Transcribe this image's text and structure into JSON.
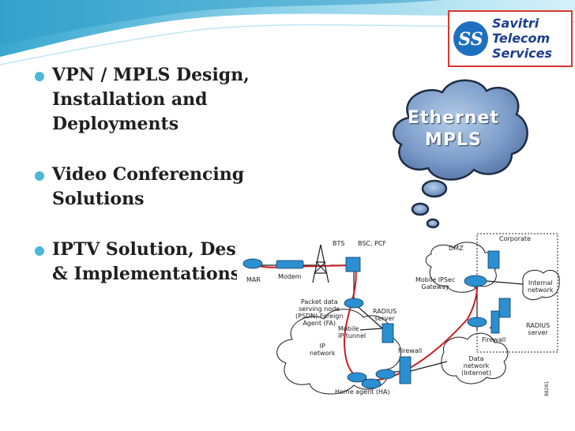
{
  "bullets": [
    {
      "text": "VPN / MPLS Design, Installation and Deployments"
    },
    {
      "text": "Video Conferencing Solutions"
    },
    {
      "text": "IPTV  Solution, Design & Implementations"
    }
  ],
  "logo": {
    "mark": "SS",
    "line1": "Savitri",
    "line2": "Telecom",
    "line3": "Services"
  },
  "cloud": {
    "line1": "Ethernet",
    "line2": "MPLS"
  },
  "diagram": {
    "labels": {
      "bts": "BTS",
      "bsc_pcf": "BSC, PCF",
      "dmz": "DMZ",
      "corporate": "Corporate",
      "mar": "MAR",
      "modem": "Modem",
      "mobile_ipsec_gateway": "Mobile IPSec\nGateway",
      "internal_network": "Internal\nnetwork",
      "pdsn": "Packet data\nserving node\n(PSDN) Foreign\nAgent (FA)",
      "radius_server_left": "RADIUS\nserver",
      "mobile_ip_tunnel": "Mobile\nIP tunnel",
      "ip_network": "IP\nnetwork",
      "firewall_left": "Firewall",
      "firewall_right": "Firewall",
      "radius_server_right": "RADIUS\nserver",
      "data_network": "Data\nnetwork\n(Internet)",
      "home_agent": "Home agent (HA)",
      "figure_id": "88281"
    }
  }
}
